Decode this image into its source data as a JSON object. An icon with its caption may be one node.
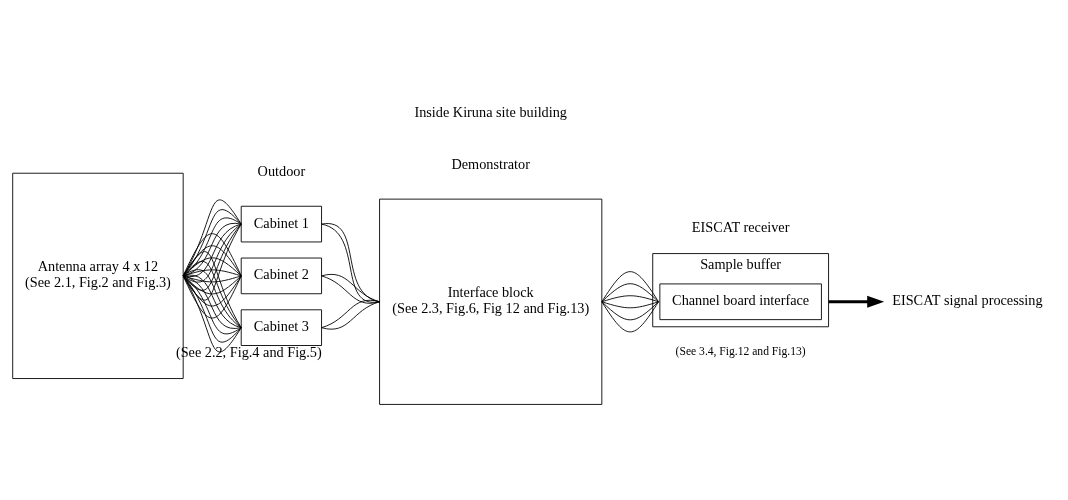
{
  "diagram": {
    "nodes": [
      {
        "text": [
          "Antenna array 4 x 12",
          "(See 2.1, Fig.2 and Fig.3)"
        ]
      },
      {
        "text": [
          "Cabinet 1"
        ]
      },
      {
        "text": [
          "Cabinet 2"
        ]
      },
      {
        "text": [
          "Cabinet 3"
        ],
        "beside": [
          "(See 2.2, Fig.4 and Fig.5)"
        ]
      },
      {
        "text": [
          "Interface block",
          "(See 2.3, Fig.6, Fig 12 and Fig.13)"
        ]
      },
      {
        "text": [
          "Sample buffer"
        ]
      },
      {
        "text": [
          "Channel board interface"
        ],
        "in": 5
      },
      {
        "text": [
          "EISCAT signal processing"
        ]
      }
    ],
    "edges": [
      {
        "from": 0,
        "to": 1,
        "arrow": "none"
      },
      {
        "from": 0,
        "to": 1,
        "arrow": "none"
      },
      {
        "from": 0,
        "to": 1,
        "arrow": "none"
      },
      {
        "from": 0,
        "to": 1,
        "arrow": "none"
      },
      {
        "from": 0,
        "to": 1,
        "arrow": "none"
      },
      {
        "from": 0,
        "to": 1,
        "arrow": "none"
      },
      {
        "from": 0,
        "to": 1,
        "arrow": "none"
      },
      {
        "from": 0,
        "to": 1,
        "arrow": "none"
      },
      {
        "from": 0,
        "to": 2,
        "arrow": "none"
      },
      {
        "from": 0,
        "to": 2,
        "arrow": "none"
      },
      {
        "from": 0,
        "to": 2,
        "arrow": "none"
      },
      {
        "from": 0,
        "to": 2,
        "arrow": "none"
      },
      {
        "from": 0,
        "to": 2,
        "arrow": "none"
      },
      {
        "from": 0,
        "to": 2,
        "arrow": "none"
      },
      {
        "from": 0,
        "to": 2,
        "arrow": "none"
      },
      {
        "from": 0,
        "to": 2,
        "arrow": "none"
      },
      {
        "from": 0,
        "to": 3,
        "arrow": "none"
      },
      {
        "from": 0,
        "to": 3,
        "arrow": "none"
      },
      {
        "from": 0,
        "to": 3,
        "arrow": "none"
      },
      {
        "from": 0,
        "to": 3,
        "arrow": "none"
      },
      {
        "from": 0,
        "to": 3,
        "arrow": "none"
      },
      {
        "from": 0,
        "to": 3,
        "arrow": "none"
      },
      {
        "from": 0,
        "to": 3,
        "arrow": "none"
      },
      {
        "from": 0,
        "to": 3,
        "arrow": "none"
      },
      {
        "from": 1,
        "to": 4,
        "arrow": "none"
      },
      {
        "from": 1,
        "to": 4,
        "arrow": "none"
      },
      {
        "from": 2,
        "to": 4,
        "arrow": "none"
      },
      {
        "from": 2,
        "to": 4,
        "arrow": "none"
      },
      {
        "from": 3,
        "to": 4,
        "arrow": "none"
      },
      {
        "from": 3,
        "to": 4,
        "arrow": "none"
      },
      {
        "from": 4,
        "to": 6,
        "arrow": "none"
      },
      {
        "from": 4,
        "to": 6,
        "arrow": "none"
      },
      {
        "from": 4,
        "to": 6,
        "arrow": "none"
      },
      {
        "from": 4,
        "to": 6,
        "arrow": "none"
      },
      {
        "from": 4,
        "to": 6,
        "arrow": "none"
      },
      {
        "from": 4,
        "to": 6,
        "arrow": "none"
      },
      {
        "from": 5,
        "to": 7,
        "arrow": "to",
        "style": "thick"
      }
    ],
    "labels": [
      "Outdoor",
      "Inside Kiruna site building",
      "Demonstrator",
      "EISCAT receiver",
      "(See 3.4, Fig.12 and Fig.13)"
    ]
  }
}
